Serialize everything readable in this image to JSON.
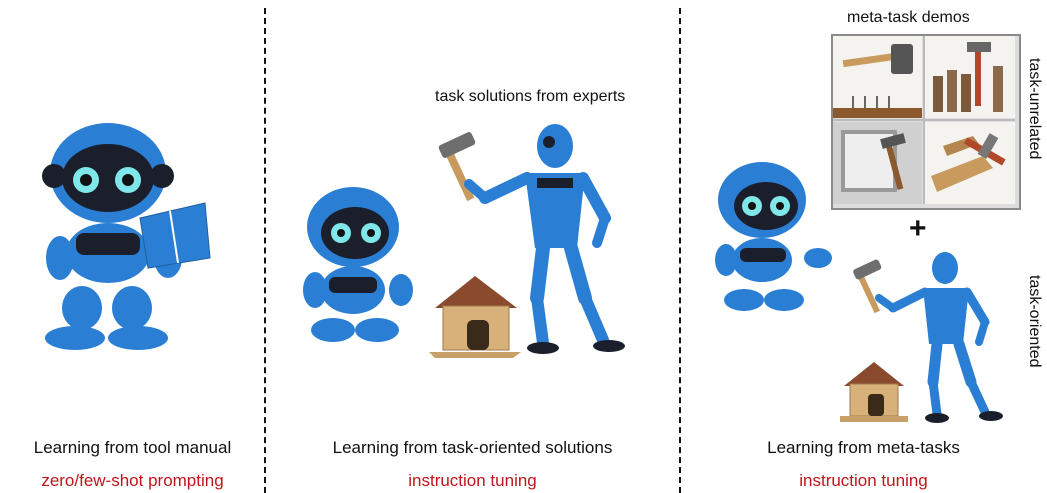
{
  "panels": [
    {
      "caption": "Learning from tool manual",
      "subcaption": "zero/few-shot prompting"
    },
    {
      "caption": "Learning from task-oriented solutions",
      "subcaption": "instruction tuning",
      "top_label": "task solutions from experts"
    },
    {
      "caption": "Learning from meta-tasks",
      "subcaption": "instruction tuning",
      "top_label": "meta-task demos",
      "side_label_top": "task-unrelated",
      "side_label_bottom": "task-oriented",
      "plus": "+"
    }
  ],
  "colors": {
    "robot_blue": "#2a7fd4",
    "robot_dark": "#1a1f2b",
    "accent_red": "#c0151a",
    "wood": "#d8b07a",
    "roof": "#8a4a2e"
  }
}
